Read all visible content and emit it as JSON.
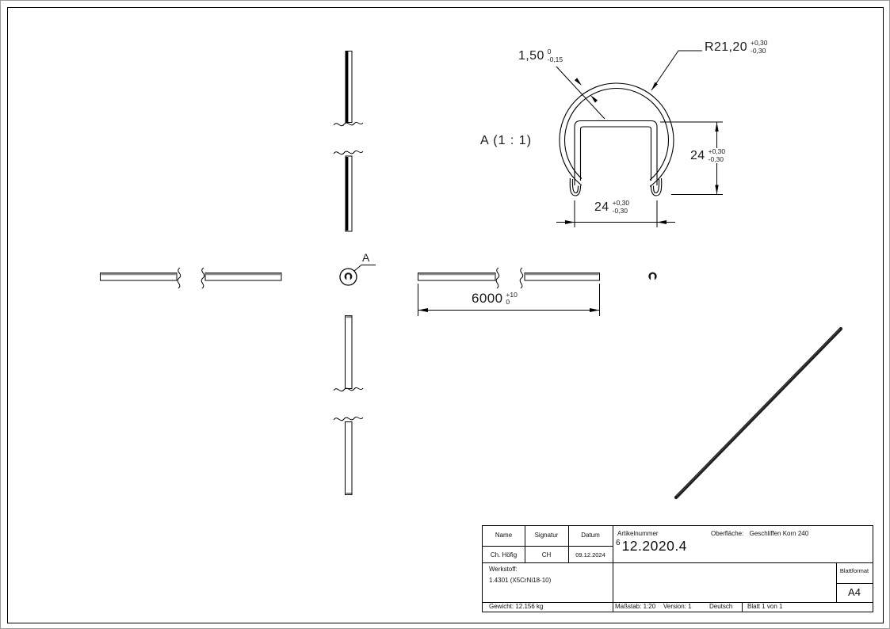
{
  "drawing": {
    "detail_label": "A (1 : 1)",
    "callout_label": "A",
    "dims": {
      "thickness": {
        "value": "1,50",
        "tol_up": "0",
        "tol_down": "-0,15"
      },
      "radius": {
        "value": "R21,20",
        "tol_up": "+0,30",
        "tol_down": "-0,30"
      },
      "channel_height": {
        "value": "24",
        "tol_up": "+0,30",
        "tol_down": "-0,30"
      },
      "channel_width": {
        "value": "24",
        "tol_up": "+0,30",
        "tol_down": "-0,30"
      },
      "length": {
        "value": "6000",
        "tol_up": "+10",
        "tol_down": "0"
      }
    }
  },
  "title_block": {
    "col_name": "Name",
    "col_signature": "Signatur",
    "col_date": "Datum",
    "name": "Ch. Höfig",
    "signature": "CH",
    "date": "09.12.2024",
    "article_label": "Artikelnummer",
    "article_sup": "6",
    "article_number": "12.2020.4",
    "surface_label": "Oberfläche:",
    "surface_value": "Geschliffen Korn 240",
    "material_label": "Werkstoff:",
    "material_value": "1.4301 (X5CrNi18-10)",
    "sheet_format_label": "Blattformat",
    "sheet_format": "A4",
    "weight": "Gewicht: 12.156 kg",
    "scale": "Maßstab: 1:20",
    "version": "Version: 1",
    "language": "Deutsch",
    "sheet": "Blatt 1 von 1"
  },
  "colors": {
    "line": "#000000",
    "edge_gray": "#8c8c8c",
    "background": "#ffffff"
  }
}
